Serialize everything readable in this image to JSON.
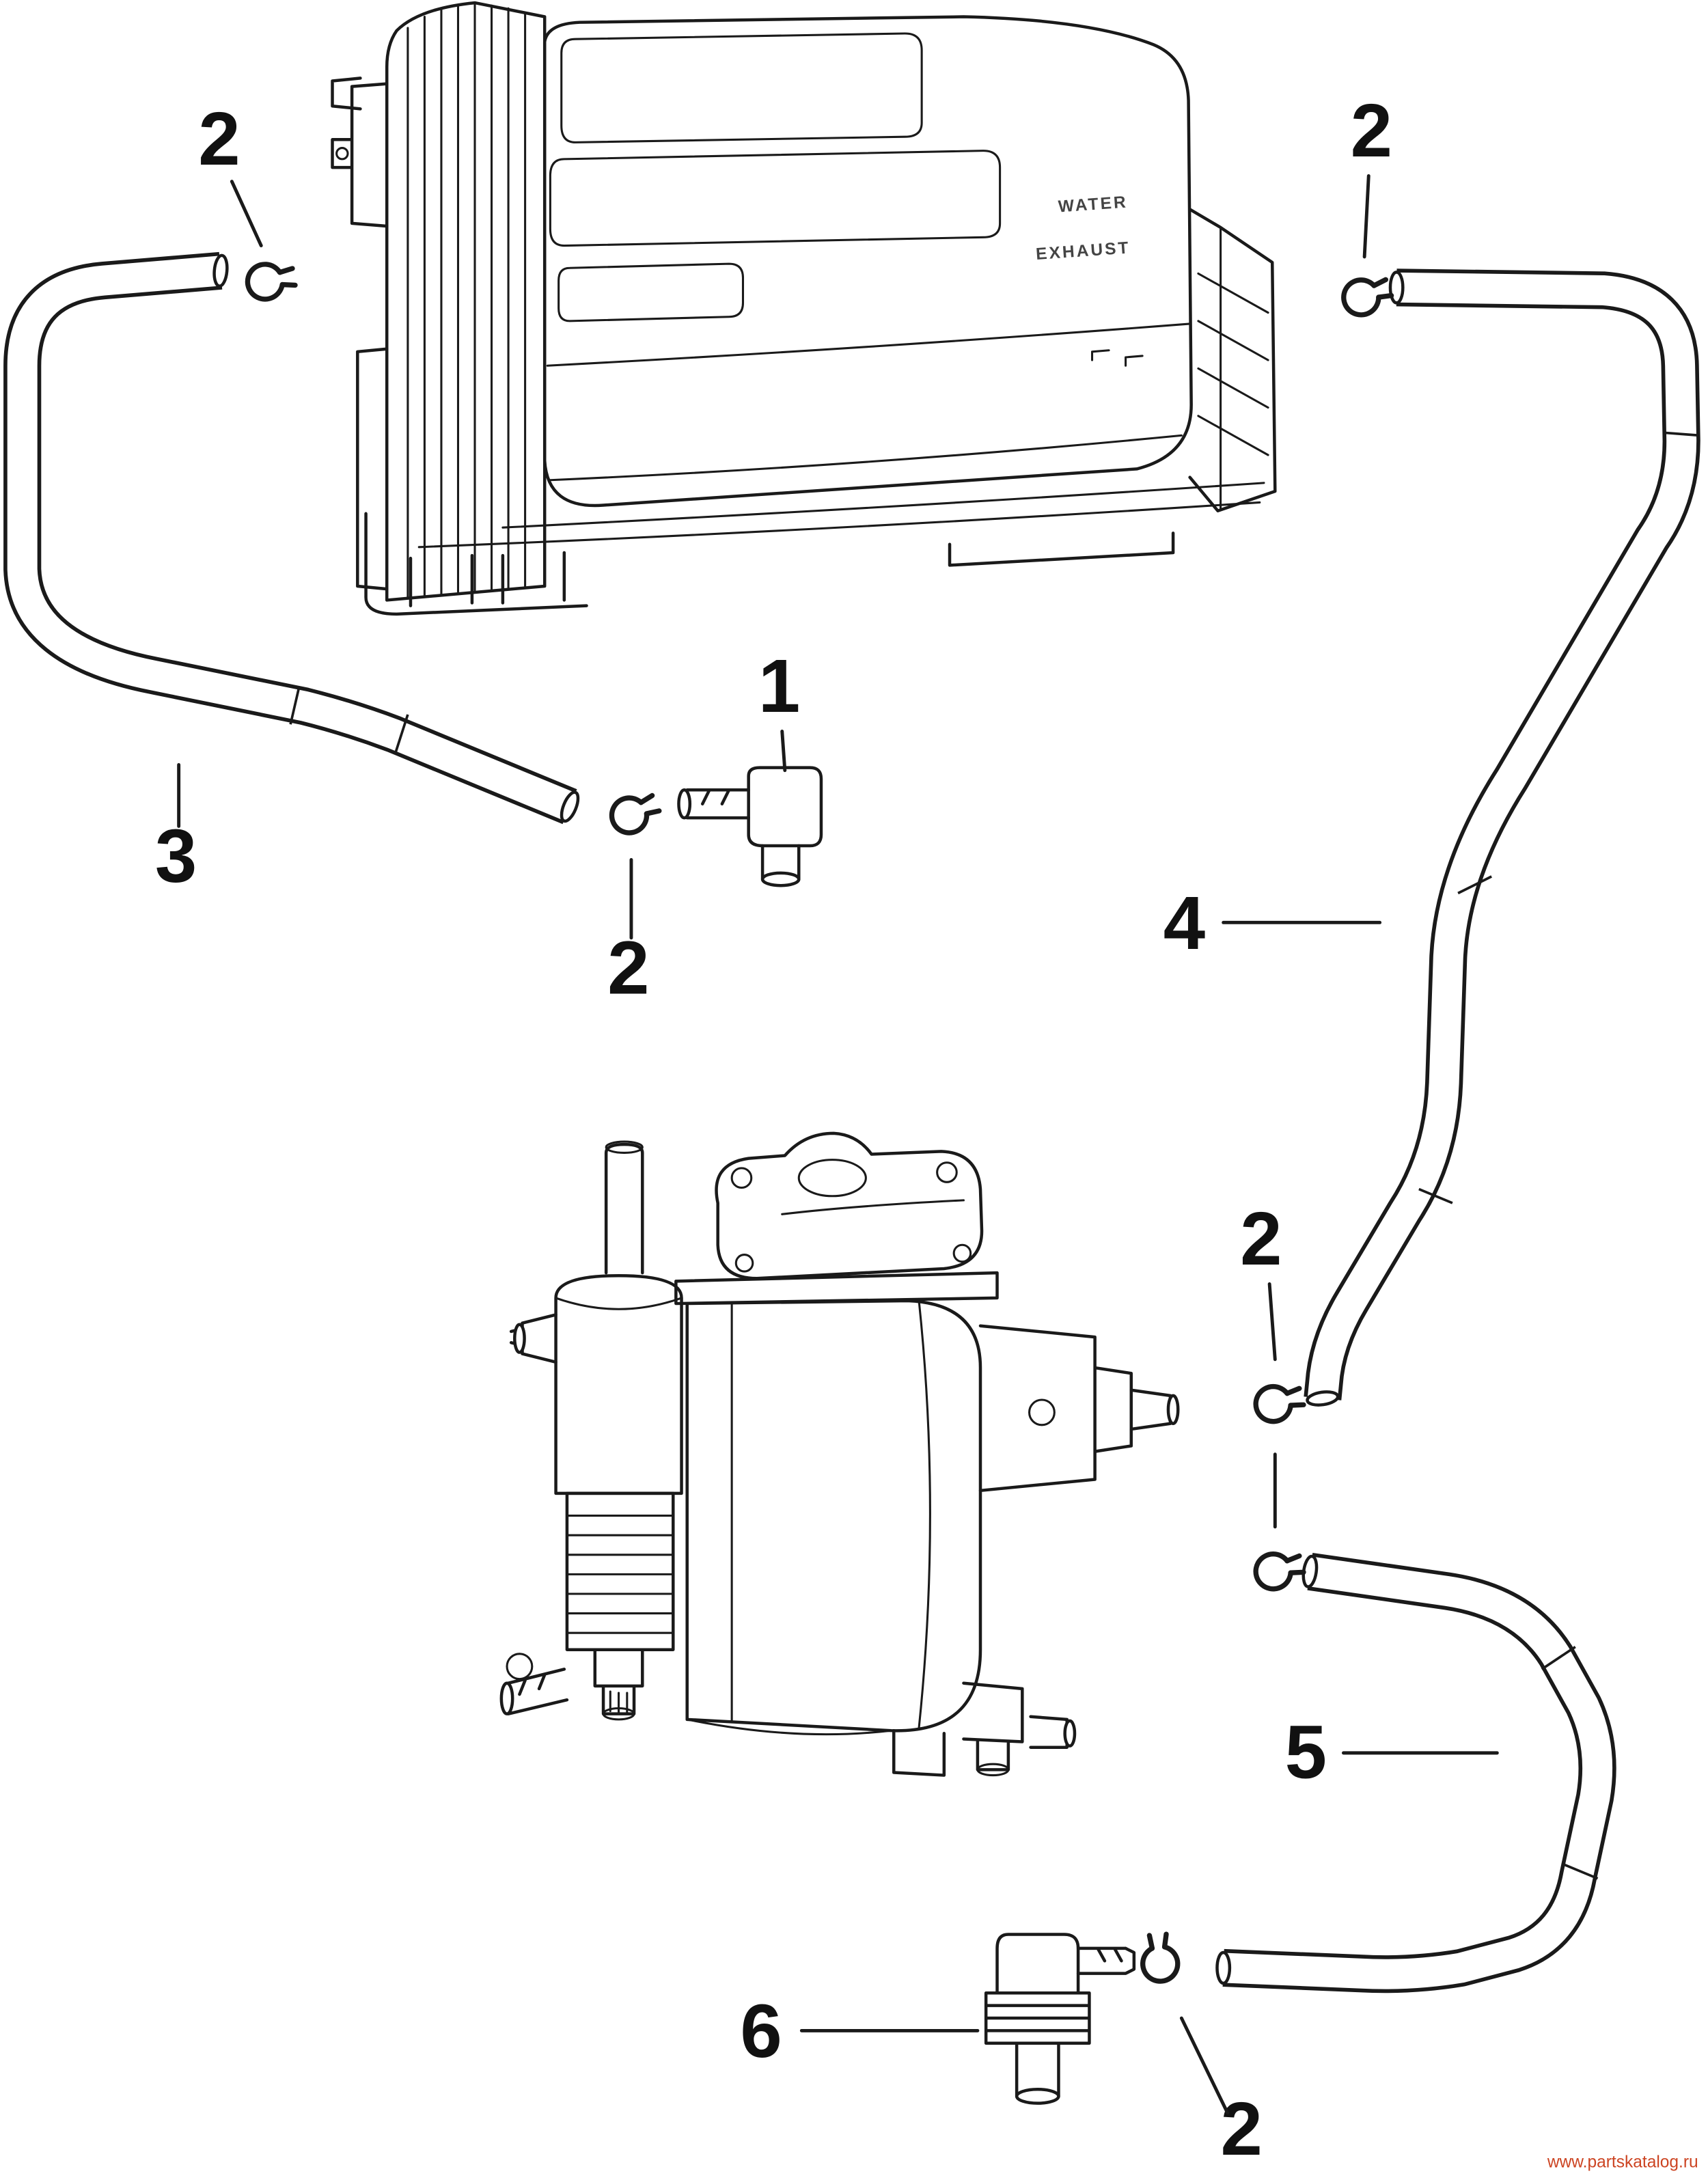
{
  "page": {
    "background": "#ffffff"
  },
  "diagram": {
    "line_color": "#1a1a1a",
    "callout_labels": [
      "2",
      "2",
      "1",
      "2",
      "3",
      "4",
      "2",
      "5",
      "6",
      "2"
    ],
    "part_texts": {
      "water": "WATER",
      "exhaust": "EXHAUST"
    },
    "watermark": {
      "text": "www.partskatalog.ru",
      "color": "#cc4422"
    }
  }
}
